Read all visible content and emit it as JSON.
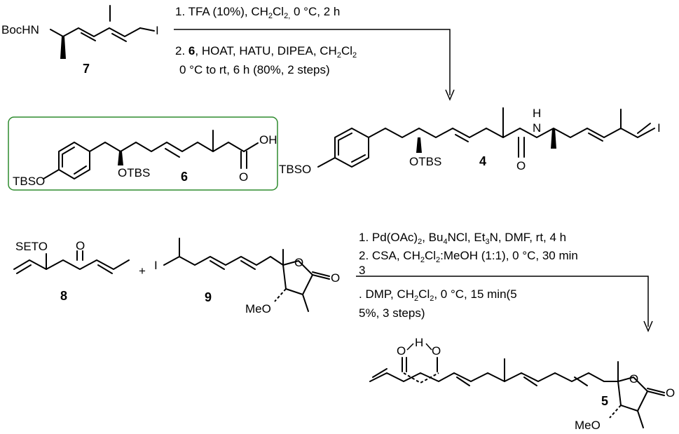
{
  "top_reaction": {
    "reactant_label": "BocHN",
    "reactant_iodide": "I",
    "reactant_number": "7",
    "step1": "1. TFA (10%), CH",
    "step1_sub": "2",
    "step1_cl": "Cl",
    "step1_sub2": "2,",
    "step1_rest": " 0 °C, 2 h",
    "step2_prefix": "2. ",
    "step2_bold": "6",
    "step2_rest": ", HOAT, HATU, DIPEA, CH",
    "step2_sub": "2",
    "step2_cl": "Cl",
    "step2_sub2": "2",
    "step2_line2": "0 °C to rt, 6 h (80%, 2 steps)"
  },
  "box_compound": {
    "number": "6",
    "tbso": "TBSO",
    "otbs": "OTBS",
    "oh": "OH",
    "o": "O",
    "border_color": "#2e8b2e"
  },
  "product_4": {
    "number": "4",
    "tbso": "TBSO",
    "otbs": "OTBS",
    "o": "O",
    "n": "N",
    "h": "H",
    "i": "I"
  },
  "bottom_reaction": {
    "c8_seto": "SETO",
    "c8_o": "O",
    "c8_number": "8",
    "plus": "+",
    "c9_i": "I",
    "c9_o_ring": "O",
    "c9_o_carbonyl": "O",
    "c9_meo": "MeO",
    "c9_number": "9",
    "step1_a": "1. Pd(OAc)",
    "step1_sub1": "2",
    "step1_b": ", Bu",
    "step1_sub2": "4",
    "step1_c": "NCl, Et",
    "step1_sub3": "3",
    "step1_d": "N, DMF, rt, 4 h",
    "step2_a": "2. CSA, CH",
    "step2_sub1": "2",
    "step2_b": "Cl",
    "step2_sub2": "2",
    "step2_c": ":MeOH (1:1), 0 °C, 30 min",
    "step3_num": "3",
    "step3_a": ". DMP, CH",
    "step3_sub1": "2",
    "step3_b": "Cl",
    "step3_sub2": "2",
    "step3_c": ", 0 °C, 15 min(5",
    "step3_line2": "5%, 3 steps)"
  },
  "product_5": {
    "number": "5",
    "h": "H",
    "o1": "O",
    "o2": "O",
    "o_ring": "O",
    "o_carbonyl": "O",
    "meo": "MeO"
  }
}
